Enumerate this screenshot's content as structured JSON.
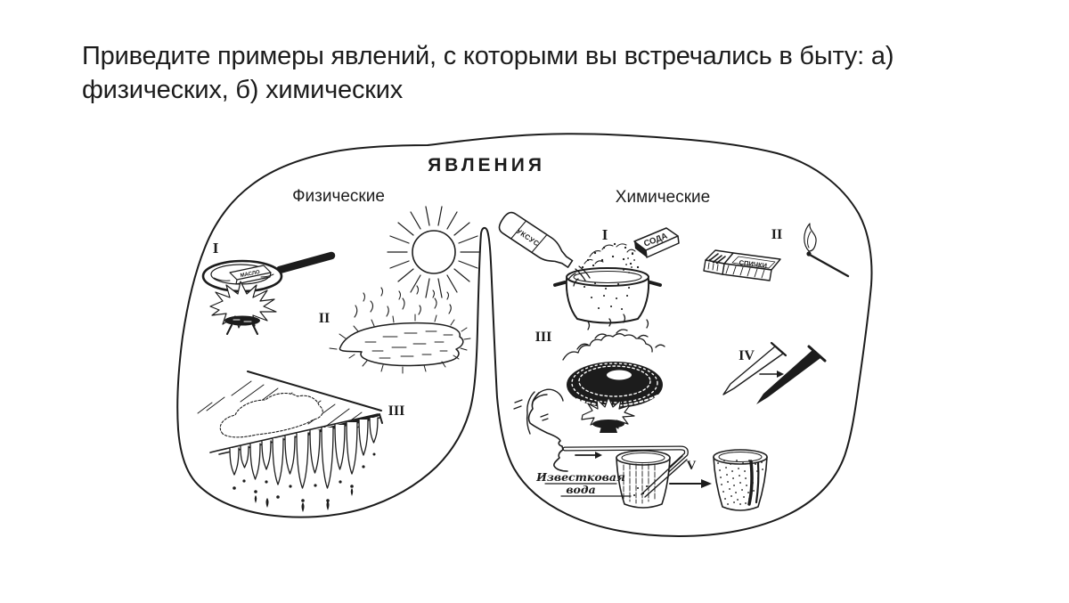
{
  "title": {
    "line1": "Приведите примеры явлений, с которыми вы встречались в быту: а)",
    "line2": "физических, б) химических"
  },
  "diagram": {
    "heading": "ЯВЛЕНИЯ",
    "branches": {
      "left": "Физические",
      "right": "Химические"
    },
    "physical": {
      "frying_pan": {
        "numeral": "I",
        "butter_label": "МАСЛО"
      },
      "puddle": {
        "numeral": "II"
      },
      "icicles": {
        "numeral": "III"
      }
    },
    "chemical": {
      "soda_vinegar": {
        "numeral": "I",
        "bottle_label": "УКСУС",
        "box_label": "СОДА"
      },
      "matches": {
        "numeral": "II",
        "box_label": "СПИЧКИ"
      },
      "burning_tire": {
        "numeral": "III"
      },
      "rusting_nails": {
        "numeral": "IV"
      },
      "limewater": {
        "numeral": "V",
        "caption_line1": "Известковая",
        "caption_line2": "вода"
      }
    }
  },
  "colors": {
    "ink": "#1c1c1c",
    "background": "#ffffff"
  }
}
